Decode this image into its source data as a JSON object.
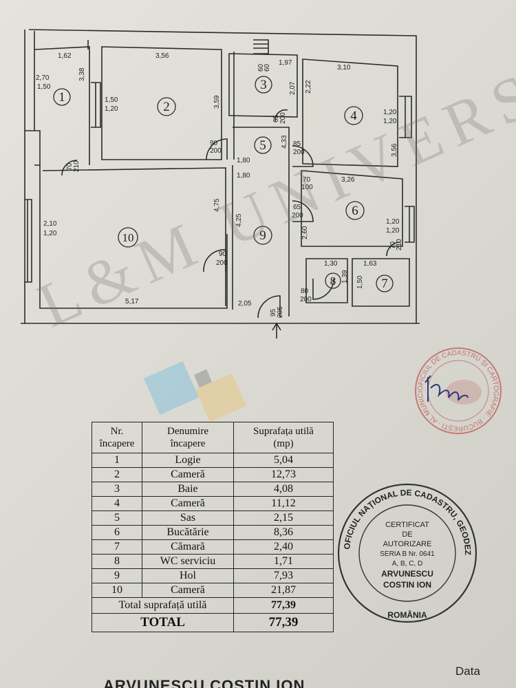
{
  "plan": {
    "room_numbers": [
      "1",
      "2",
      "3",
      "4",
      "5",
      "6",
      "7",
      "8",
      "9",
      "10"
    ],
    "dimensions": {
      "r1_top": "1,62",
      "r1_a": "2,70",
      "r1_b": "1,50",
      "r1_side": "3,38",
      "r1_door_a": "70",
      "r1_door_b": "210",
      "r2_top": "3,56",
      "r2_win_a": "1,50",
      "r2_win_b": "1,20",
      "r2_side": "3,59",
      "r2_door_a": "90",
      "r2_door_b": "200",
      "r3_a": "60",
      "r3_b": "60",
      "r3_top": "1,97",
      "r3_side": "2,07",
      "r3_door_a": "65",
      "r3_door_b": "200",
      "r4_top": "3,10",
      "r4_side": "2,22",
      "r4_win_a": "1,20",
      "r4_win_b": "1,20",
      "r4_side2": "3,56",
      "r5_door_a": "85",
      "r5_door_b": "200",
      "r5_side": "4,33",
      "r5_w": "1,80",
      "r6_a": "70",
      "r6_b": "100",
      "r6_top": "3,26",
      "r6_door_a": "65",
      "r6_door_b": "200",
      "r6_side": "2,60",
      "r6_win_a": "1,20",
      "r6_win_b": "1,20",
      "r6_small_a": "70",
      "r6_small_b": "210",
      "r7_top": "1,63",
      "r7_side": "1,50",
      "r8_top": "1,30",
      "r8_side": "1,39",
      "r8_door_a": "80",
      "r8_door_b": "200",
      "r9_top": "1,80",
      "r9_side": "4,25",
      "r9_bottom": "2,05",
      "r9_door_a": "95",
      "r9_door_b": "205",
      "r10_side": "4,75",
      "r10_win_a": "2,10",
      "r10_win_b": "1,20",
      "r10_door_a": "90",
      "r10_door_b": "200",
      "r10_bottom": "5,17"
    }
  },
  "watermark": {
    "text": "L&M UNIVERSAL",
    "colors": [
      "#8ec3dc",
      "#e4c88a",
      "#8a8a8a"
    ]
  },
  "legend": {
    "headers": {
      "nr": [
        "Nr.",
        "încapere"
      ],
      "name": [
        "Denumire",
        "încapere"
      ],
      "area": [
        "Suprafața utilă",
        "(mp)"
      ]
    },
    "rows": [
      {
        "nr": "1",
        "name": "Logie",
        "area": "5,04"
      },
      {
        "nr": "2",
        "name": "Cameră",
        "area": "12,73"
      },
      {
        "nr": "3",
        "name": "Baie",
        "area": "4,08"
      },
      {
        "nr": "4",
        "name": "Cameră",
        "area": "11,12"
      },
      {
        "nr": "5",
        "name": "Sas",
        "area": "2,15"
      },
      {
        "nr": "6",
        "name": "Bucătărie",
        "area": "8,36"
      },
      {
        "nr": "7",
        "name": "Cămară",
        "area": "2,40"
      },
      {
        "nr": "8",
        "name": "WC serviciu",
        "area": "1,71"
      },
      {
        "nr": "9",
        "name": "Hol",
        "area": "7,93"
      },
      {
        "nr": "10",
        "name": "Cameră",
        "area": "21,87"
      }
    ],
    "total_useful_label": "Total suprafață utilă",
    "total_useful_value": "77,39",
    "total_label": "TOTAL",
    "total_value": "77,39"
  },
  "stamp": {
    "ring_text": "OFICIUL NAȚIONAL DE CADASTRU, GEODEZIE ȘI CARTOGRAFIE",
    "bottom": "ROMÂNIA",
    "lines": [
      "CERTIFICAT",
      "DE",
      "AUTORIZARE",
      "SERIA B Nr. 0641",
      "A, B, C, D",
      "ARVUNESCU",
      "COSTIN ION"
    ]
  },
  "stamp_red": {
    "ring_text": "OFICIUL DE CADASTRU ȘI CARTOGRAFIE · BUCUREȘTI · AL MUNICIPIULUI"
  },
  "footer": {
    "data_label": "Data",
    "name_partial": "ARVUNESCU COSTIN ION"
  },
  "colors": {
    "ink": "#2a2a2a",
    "stamp_red": "#c05a5a",
    "signature": "#2b3a7a"
  }
}
